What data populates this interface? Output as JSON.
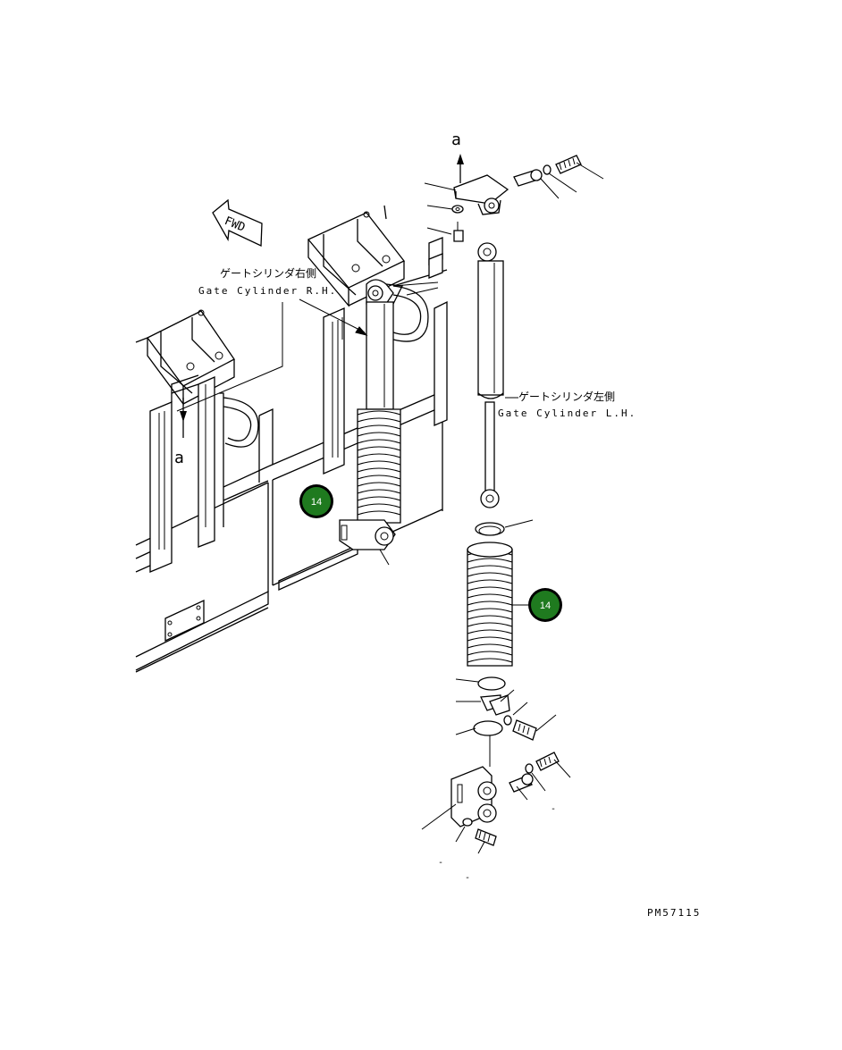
{
  "labels": {
    "gate_cyl_rh_jp": "ゲートシリンダ右側",
    "gate_cyl_rh_en": "Gate Cylinder R.H.",
    "gate_cyl_lh_jp": "ゲートシリンダ左側",
    "gate_cyl_lh_en": "Gate Cylinder L.H.",
    "view_a_top": "a",
    "view_a_left": "a",
    "fwd": "FWD",
    "drawing_number": "PM57115",
    "dash_1": "-",
    "dash_2": "-",
    "dash_3": "-"
  },
  "callouts": [
    {
      "id": "callout-spring-rh",
      "number": "14",
      "color": "#1f7a1f"
    },
    {
      "id": "callout-spring-lh",
      "number": "14",
      "color": "#1f7a1f"
    }
  ]
}
